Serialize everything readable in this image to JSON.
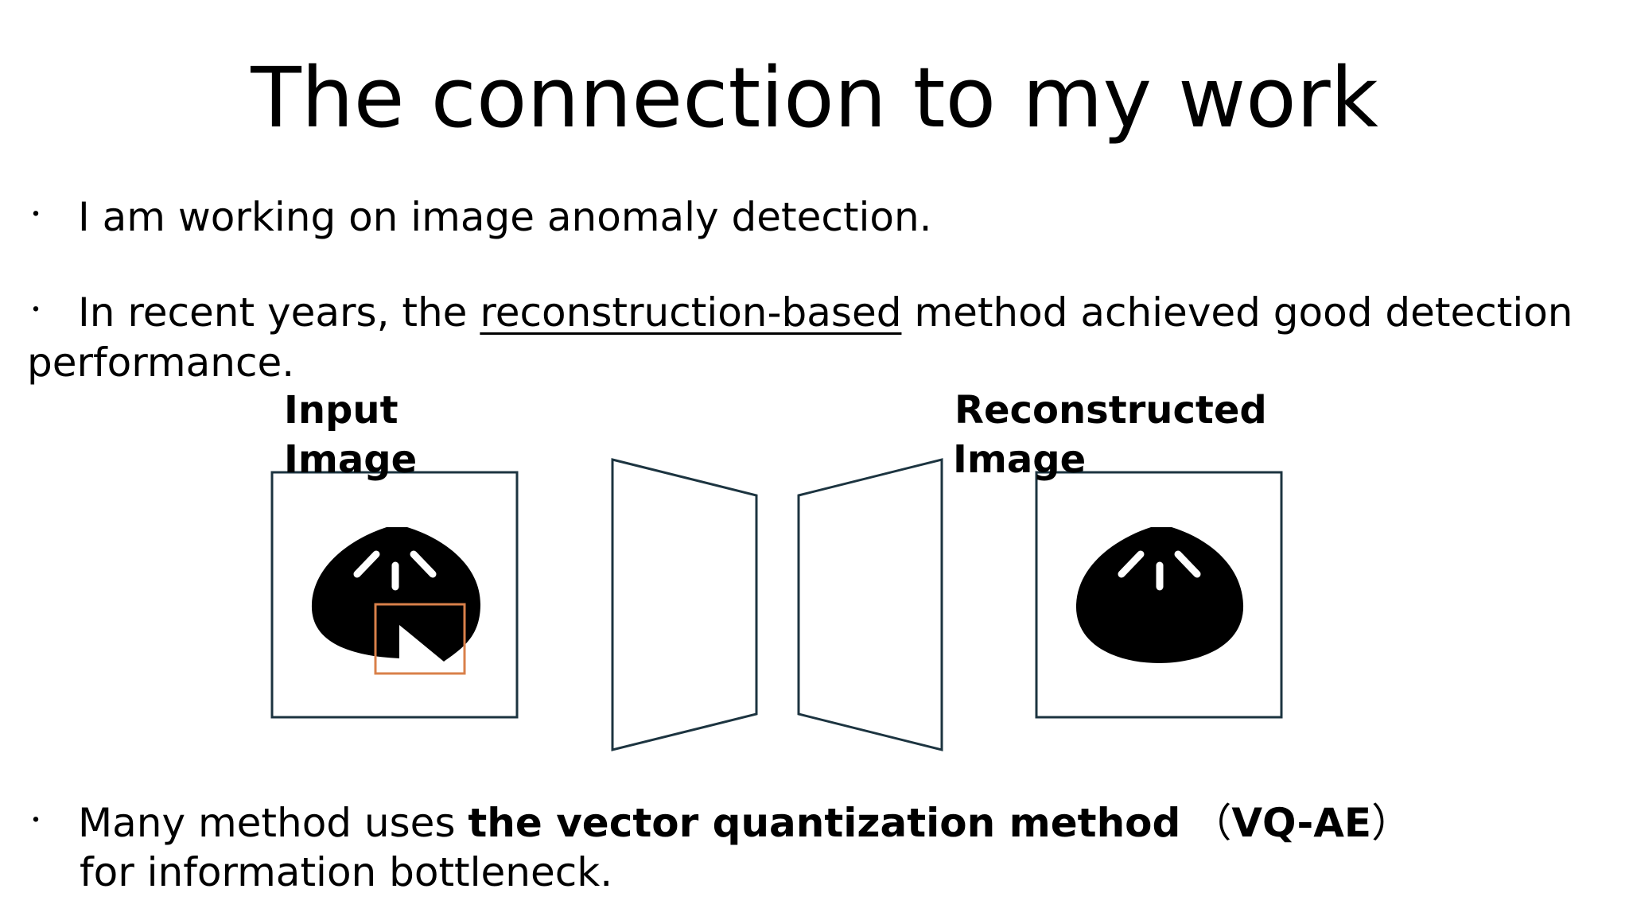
{
  "slide": {
    "title": "The connection to my work"
  },
  "bullets": {
    "b1": {
      "marker": "・",
      "text": "I am working on image anomaly detection."
    },
    "b2": {
      "marker": "・",
      "pre": "In recent years, the ",
      "underlined": "reconstruction-based",
      "post": " method achieved good detection",
      "wrap": "performance."
    },
    "b3": {
      "marker": "・",
      "pre": "Many method uses ",
      "bold": "the vector quantization method",
      "paren_open": "（",
      "paren_bold": "VQ-AE",
      "paren_close": "）",
      "wrap": "for information bottleneck."
    }
  },
  "diagram": {
    "input_label_1": "Input",
    "input_label_2": "Image",
    "output_label_1": "Reconstructed",
    "output_label_2": "Image",
    "frame_color": "#1c3440",
    "anomaly_box_color": "#d9804a",
    "icon": "steamed-bun-icon"
  }
}
